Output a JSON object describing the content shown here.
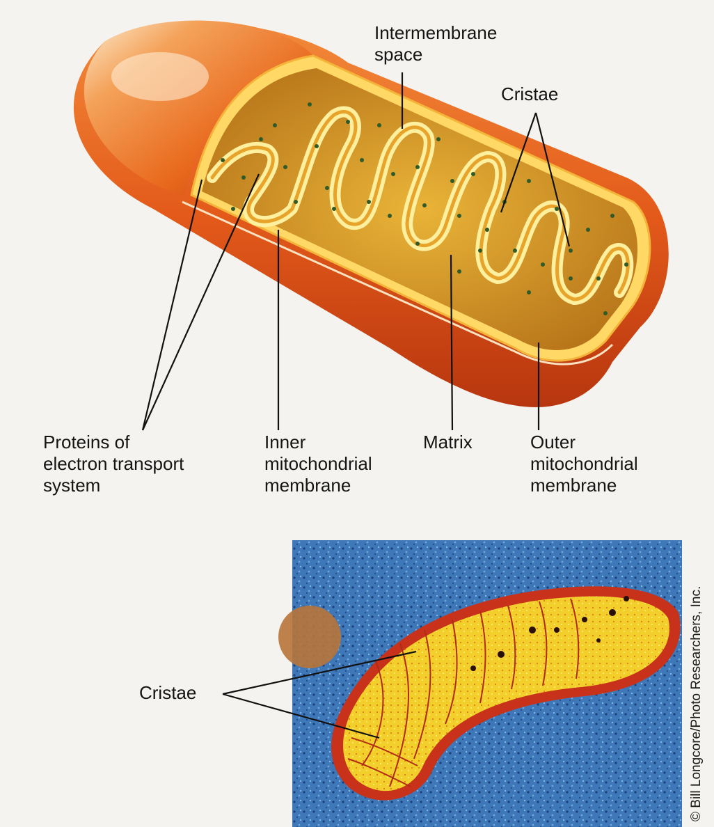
{
  "diagram": {
    "labels": {
      "intermembrane_space": [
        "Intermembrane",
        "space"
      ],
      "cristae_top": "Cristae",
      "proteins": [
        "Proteins of",
        "electron transport",
        "system"
      ],
      "inner_membrane": [
        "Inner",
        "mitochondrial",
        "membrane"
      ],
      "matrix": "Matrix",
      "outer_membrane": [
        "Outer",
        "mitochondrial",
        "membrane"
      ],
      "cristae_bottom": "Cristae"
    },
    "credit": "© Bill Longcore/Photo Researchers, Inc."
  },
  "colors": {
    "outer_orange": "#e8681c",
    "outer_dark": "#c23d12",
    "membrane_yellow": "#ffe27a",
    "matrix_gold": "#d99a22",
    "dot_green": "#2f5a2a",
    "micrograph_blue": "#3f78b8",
    "micrograph_yellow": "#f2cf2a",
    "micrograph_red": "#c8321a"
  }
}
